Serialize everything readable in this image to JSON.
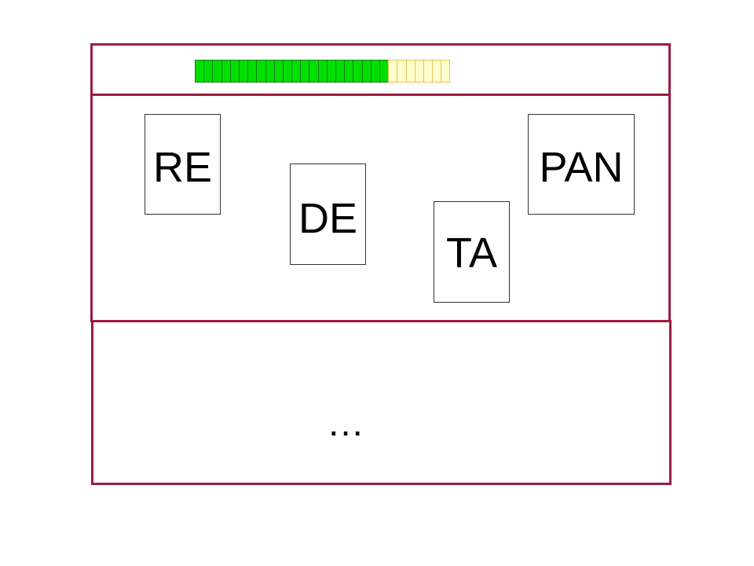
{
  "progress": {
    "total_segments": 29,
    "filled_segments": 22,
    "filled_color": "#00e000",
    "empty_color": "#ffffcc"
  },
  "cards": [
    {
      "label": "RE"
    },
    {
      "label": "DE"
    },
    {
      "label": "TA"
    },
    {
      "label": "PAN"
    }
  ],
  "answer": {
    "text": "…"
  },
  "colors": {
    "frame": "#9b1c3f"
  }
}
